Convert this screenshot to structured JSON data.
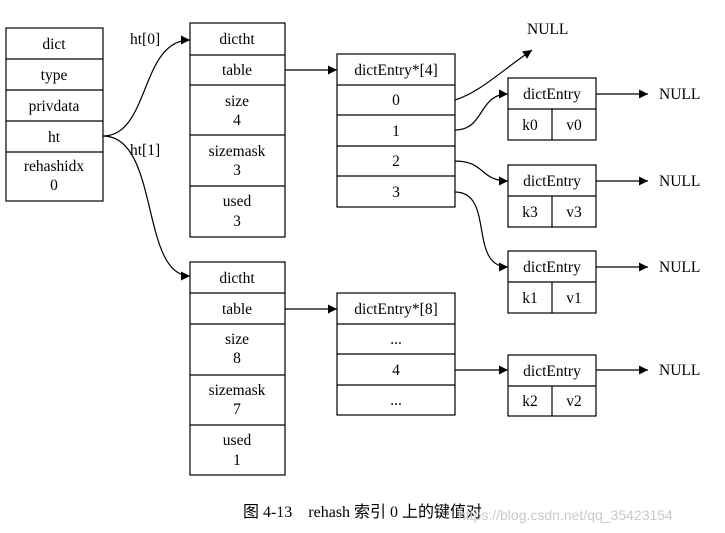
{
  "dict": {
    "title": "dict",
    "fields": [
      "type",
      "privdata",
      "ht"
    ],
    "rehashidx_label": "rehashidx",
    "rehashidx_value": "0"
  },
  "edge_labels": {
    "ht0": "ht[0]",
    "ht1": "ht[1]"
  },
  "ht0": {
    "title": "dictht",
    "table": "table",
    "size_label": "size",
    "size_value": "4",
    "sizemask_label": "sizemask",
    "sizemask_value": "3",
    "used_label": "used",
    "used_value": "3"
  },
  "ht1": {
    "title": "dictht",
    "table": "table",
    "size_label": "size",
    "size_value": "8",
    "sizemask_label": "sizemask",
    "sizemask_value": "7",
    "used_label": "used",
    "used_value": "1"
  },
  "arr4": {
    "title": "dictEntry*[4]",
    "cells": [
      "0",
      "1",
      "2",
      "3"
    ]
  },
  "arr8": {
    "title": "dictEntry*[8]",
    "cells": [
      "...",
      "4",
      "..."
    ]
  },
  "entries": [
    {
      "title": "dictEntry",
      "key": "k0",
      "value": "v0"
    },
    {
      "title": "dictEntry",
      "key": "k3",
      "value": "v3"
    },
    {
      "title": "dictEntry",
      "key": "k1",
      "value": "v1"
    },
    {
      "title": "dictEntry",
      "key": "k2",
      "value": "v2"
    }
  ],
  "null_text": "NULL",
  "caption": {
    "fig": "图 4-13",
    "title": "rehash 索引 0 上的键值对"
  },
  "watermark": "https://blog.csdn.net/qq_35423154"
}
